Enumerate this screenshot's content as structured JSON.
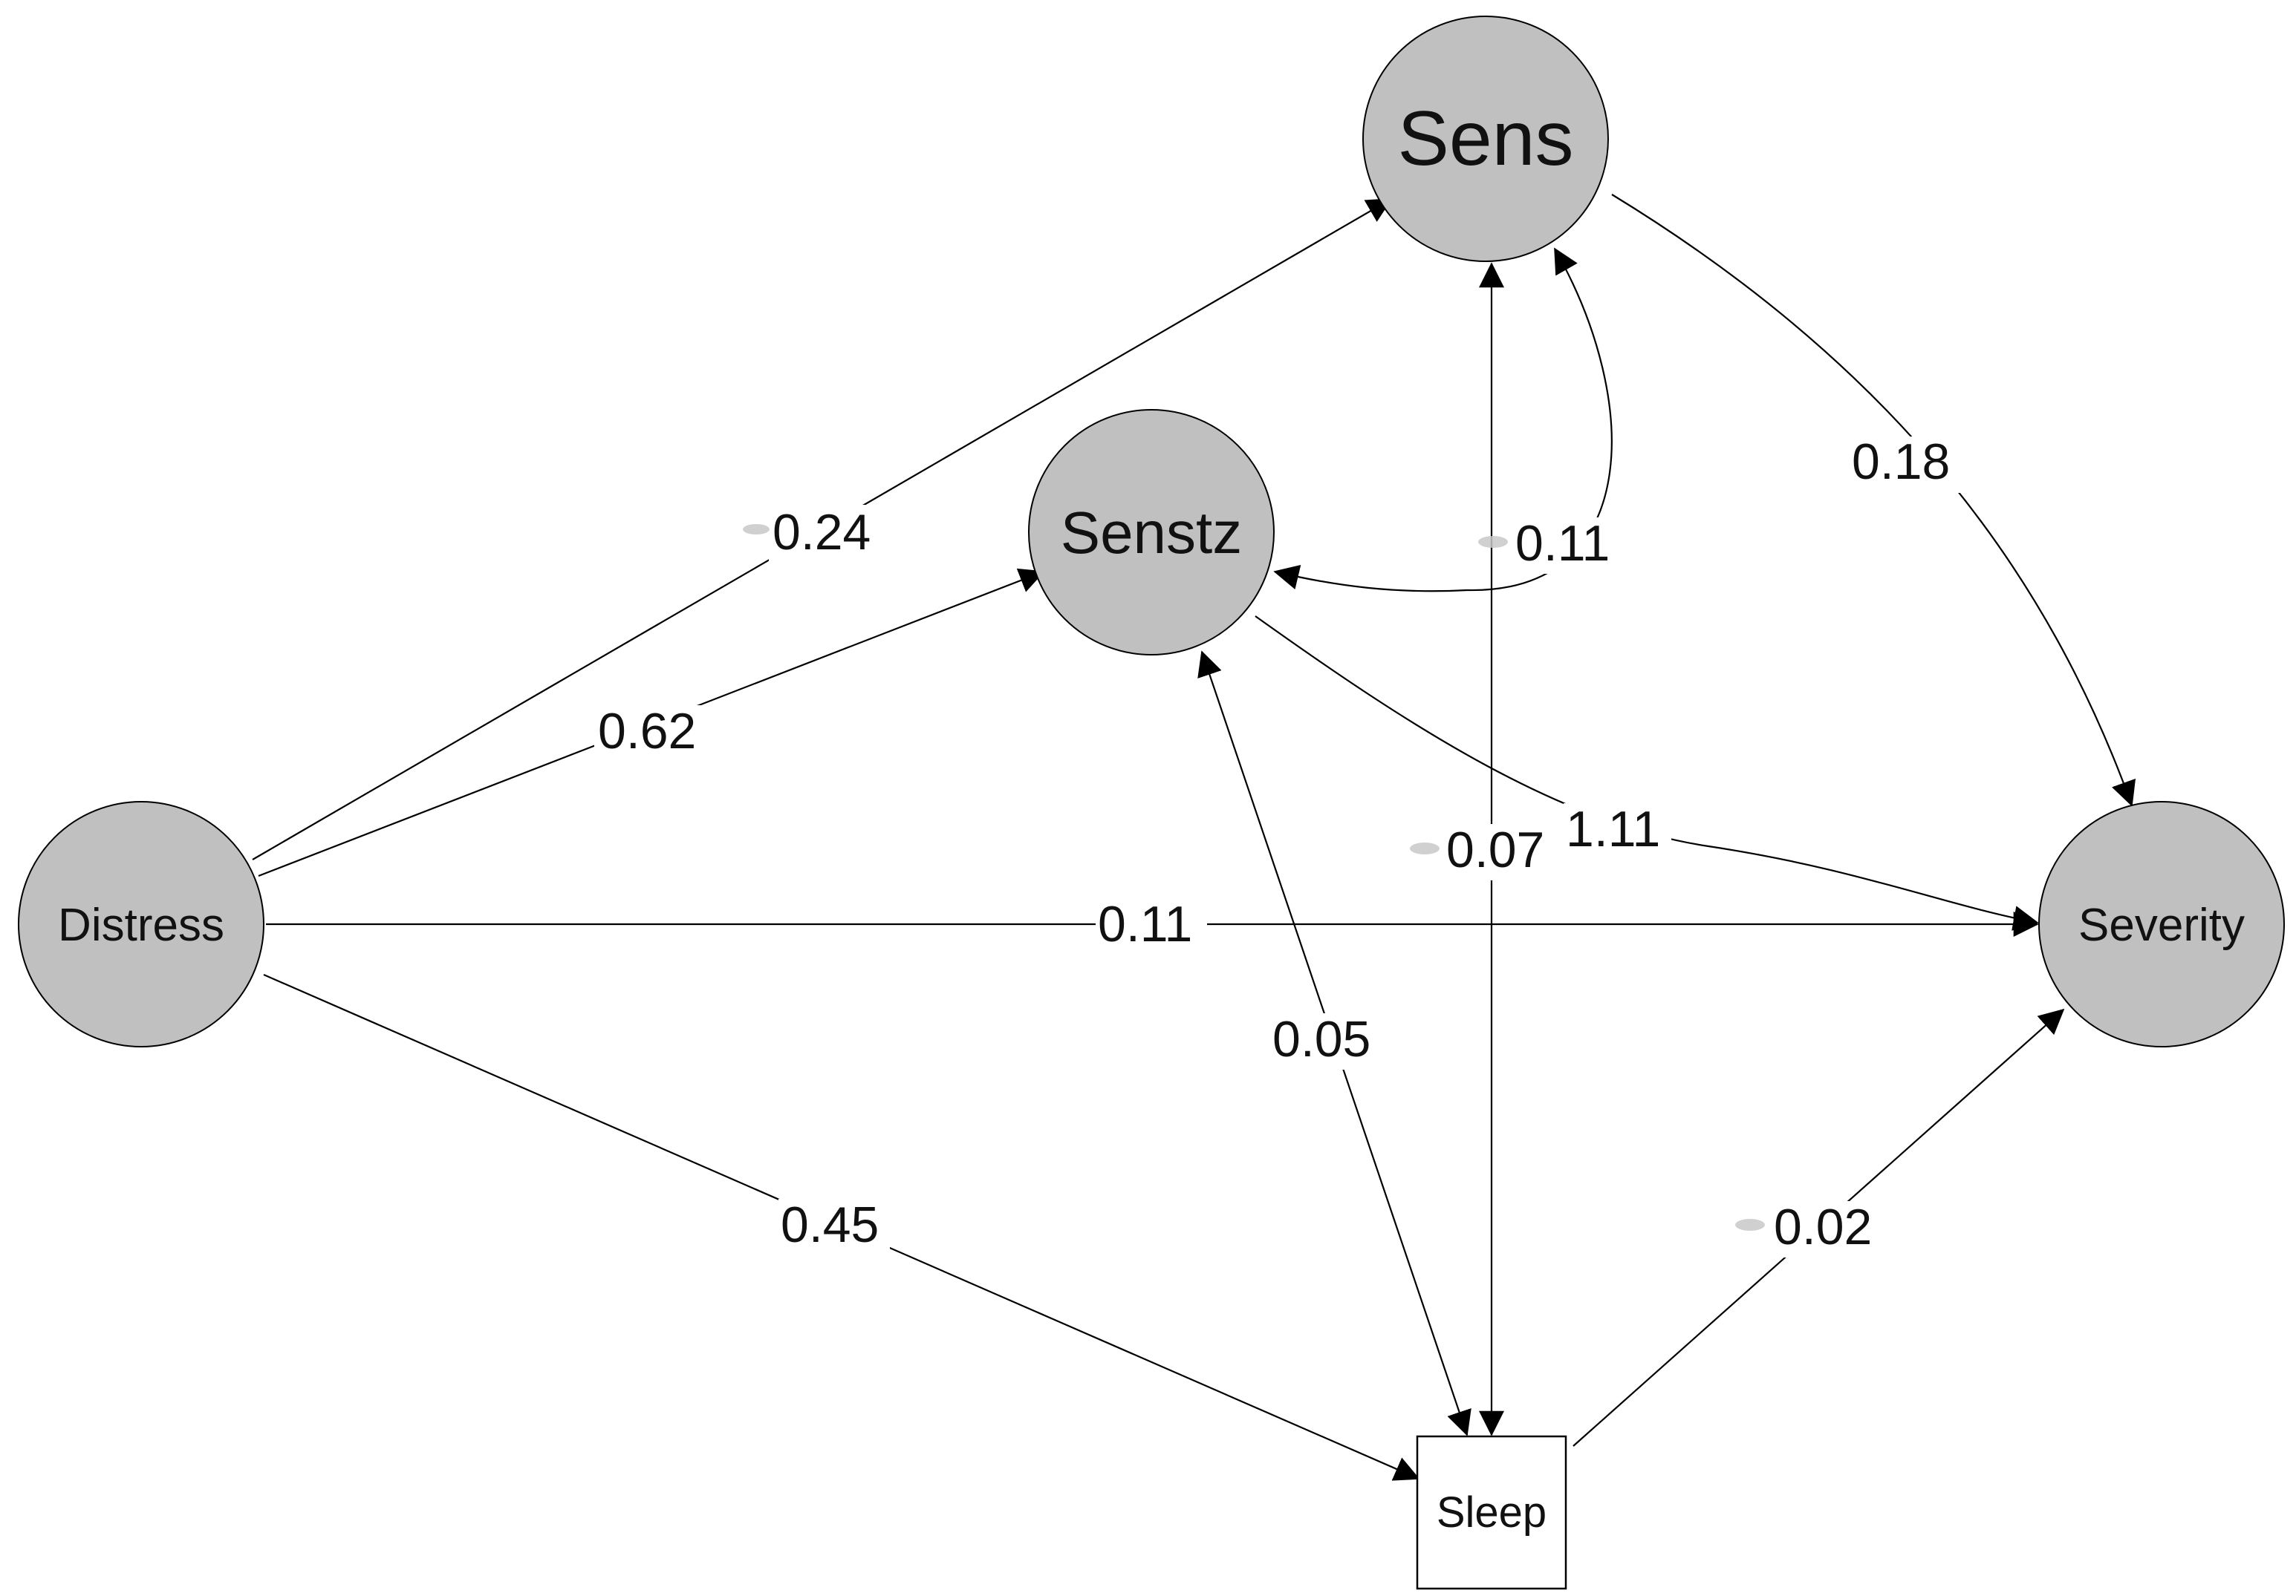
{
  "nodes": {
    "sens": {
      "label": "Sens",
      "shape": "circle",
      "fill": "#c0c0c0"
    },
    "senstz": {
      "label": "Senstz",
      "shape": "circle",
      "fill": "#c0c0c0"
    },
    "distress": {
      "label": "Distress",
      "shape": "circle",
      "fill": "#c0c0c0"
    },
    "severity": {
      "label": "Severity",
      "shape": "circle",
      "fill": "#c0c0c0"
    },
    "sleep": {
      "label": "Sleep",
      "shape": "square",
      "fill": "#ffffff"
    }
  },
  "edges": {
    "distress_sens": {
      "from": "Distress",
      "to": "Sens",
      "label": "0.24",
      "negative": true,
      "directed": true
    },
    "distress_senstz": {
      "from": "Distress",
      "to": "Senstz",
      "label": "0.62",
      "negative": false,
      "directed": true
    },
    "sens_senstz": {
      "from": "Sens",
      "to": "Senstz",
      "label": "0.11",
      "negative": true,
      "directed": "both"
    },
    "sens_severity": {
      "from": "Sens",
      "to": "Severity",
      "label": "0.18",
      "negative": false,
      "directed": true
    },
    "senstz_severity": {
      "from": "Senstz",
      "to": "Severity",
      "label": "1.11",
      "negative": false,
      "directed": true
    },
    "sens_sleep": {
      "from": "Sens",
      "to": "Sleep",
      "label": "0.07",
      "negative": true,
      "directed": "both"
    },
    "distress_severity": {
      "from": "Distress",
      "to": "Severity",
      "label": "0.11",
      "negative": false,
      "directed": true
    },
    "senstz_sleep": {
      "from": "Senstz",
      "to": "Sleep",
      "label": "0.05",
      "negative": false,
      "directed": "both"
    },
    "distress_sleep": {
      "from": "Distress",
      "to": "Sleep",
      "label": "0.45",
      "negative": false,
      "directed": true
    },
    "sleep_severity": {
      "from": "Sleep",
      "to": "Severity",
      "label": "0.02",
      "negative": true,
      "directed": true
    }
  },
  "colors": {
    "node_fill": "#c0c0c0",
    "edge": "#000000",
    "negative_sign": "#c8c8c8"
  }
}
